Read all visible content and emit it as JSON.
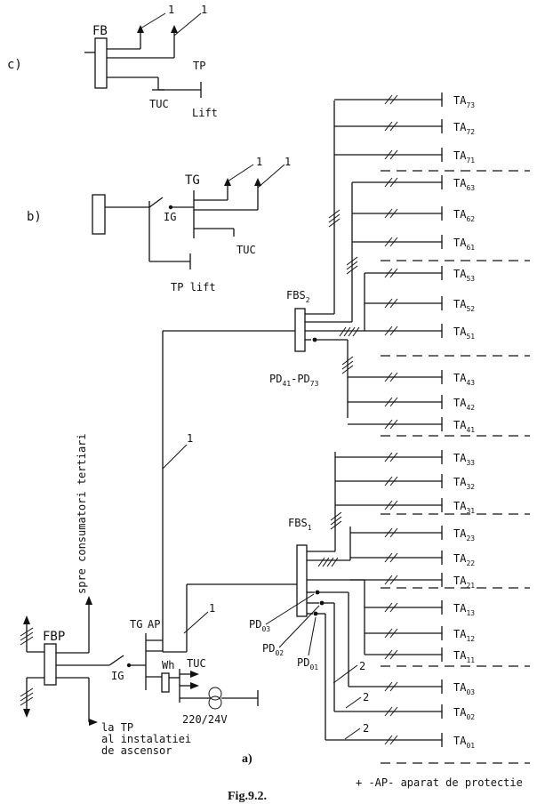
{
  "sections": {
    "a": "a)",
    "b": "b)",
    "c": "c)"
  },
  "figure_caption": "Fig.9.2.",
  "legend_note": "+ -AP- aparat de protectie",
  "panels": {
    "fb": "FB",
    "tg": "TG",
    "ig": "IG",
    "fbp": "FBP",
    "fbs2": "FBS",
    "fbs2_sub": "2",
    "fbs1": "FBS",
    "fbs1_sub": "1",
    "ap": "AP",
    "wh": "Wh"
  },
  "labels": {
    "tp": "TP",
    "lift": "Lift",
    "tuc": "TUC",
    "tp_lift": "TP lift",
    "pd_range": "PD",
    "pd_range_sub1": "41",
    "pd_range_dash": "-PD",
    "pd_range_sub2": "73",
    "pd03": "PD",
    "pd03_sub": "03",
    "pd02": "PD",
    "pd02_sub": "02",
    "pd01": "PD",
    "pd01_sub": "01",
    "spre": "spre consumatori tertiari",
    "la_tp_1": "la TP",
    "la_tp_2": "al instalatiei",
    "la_tp_3": "de ascensor",
    "voltage": "220/24V",
    "one": "1",
    "two": "2"
  },
  "consumers_ta": [
    {
      "base": "TA",
      "sub": "73"
    },
    {
      "base": "TA",
      "sub": "72"
    },
    {
      "base": "TA",
      "sub": "71"
    },
    {
      "base": "TA",
      "sub": "63"
    },
    {
      "base": "TA",
      "sub": "62"
    },
    {
      "base": "TA",
      "sub": "61"
    },
    {
      "base": "TA",
      "sub": "53"
    },
    {
      "base": "TA",
      "sub": "52"
    },
    {
      "base": "TA",
      "sub": "51"
    },
    {
      "base": "TA",
      "sub": "43"
    },
    {
      "base": "TA",
      "sub": "42"
    },
    {
      "base": "TA",
      "sub": "41"
    },
    {
      "base": "TA",
      "sub": "33"
    },
    {
      "base": "TA",
      "sub": "32"
    },
    {
      "base": "TA",
      "sub": "31"
    },
    {
      "base": "TA",
      "sub": "23"
    },
    {
      "base": "TA",
      "sub": "22"
    },
    {
      "base": "TA",
      "sub": "21"
    },
    {
      "base": "TA",
      "sub": "13"
    },
    {
      "base": "TA",
      "sub": "12"
    },
    {
      "base": "TA",
      "sub": "11"
    },
    {
      "base": "TA",
      "sub": "03"
    },
    {
      "base": "TA",
      "sub": "02"
    },
    {
      "base": "TA",
      "sub": "01"
    }
  ]
}
